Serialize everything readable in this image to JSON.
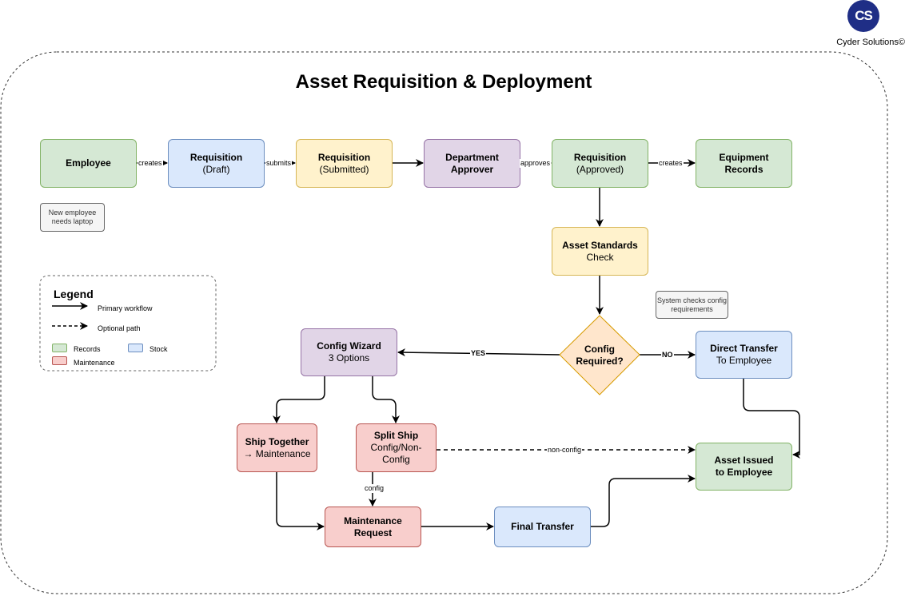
{
  "header": {
    "company": "Cyder Solutions©",
    "logo_text": "CS"
  },
  "title": "Asset Requisition & Deployment",
  "nodes": {
    "employee": {
      "title": "Employee",
      "subtitle": ""
    },
    "req_draft": {
      "title": "Requisition",
      "subtitle": "(Draft)"
    },
    "req_submitted": {
      "title": "Requisition",
      "subtitle": "(Submitted)"
    },
    "dept_approver": {
      "title": "Department",
      "subtitle": "Approver"
    },
    "req_approved": {
      "title": "Requisition",
      "subtitle": "(Approved)"
    },
    "equipment_records": {
      "title": "Equipment",
      "subtitle": "Records"
    },
    "asset_standards": {
      "title": "Asset Standards",
      "subtitle": "Check"
    },
    "config_required": {
      "title": "Config",
      "subtitle": "Required?"
    },
    "config_wizard": {
      "title": "Config Wizard",
      "subtitle": "3 Options"
    },
    "direct_transfer": {
      "title": "Direct Transfer",
      "subtitle": "To Employee"
    },
    "ship_together": {
      "title": "Ship Together",
      "subtitle": "→ Maintenance"
    },
    "split_ship": {
      "title": "Split Ship",
      "subtitle": "Config/Non-Config"
    },
    "asset_issued": {
      "title": "Asset Issued",
      "subtitle": "to Employee"
    },
    "maintenance_request": {
      "title": "Maintenance",
      "subtitle": "Request"
    },
    "final_transfer": {
      "title": "Final Transfer",
      "subtitle": ""
    }
  },
  "notes": {
    "new_employee": "New employee needs laptop",
    "system_checks": "System checks config requirements"
  },
  "edge_labels": {
    "creates1": "creates",
    "submits": "submits",
    "approves": "approves",
    "creates2": "creates",
    "yes": "YES",
    "no": "NO",
    "non_config": "non-config",
    "config": "config"
  },
  "legend": {
    "title": "Legend",
    "primary": "Primary workflow",
    "optional": "Optional path",
    "records": "Records",
    "stock": "Stock",
    "maintenance": "Maintenance"
  },
  "colors": {
    "records": "#d5e8d4",
    "stock": "#dae8fc",
    "maintenance": "#f8cecc",
    "pending": "#fff2cc",
    "approval": "#e1d5e7",
    "decision": "#ffe6cc"
  }
}
